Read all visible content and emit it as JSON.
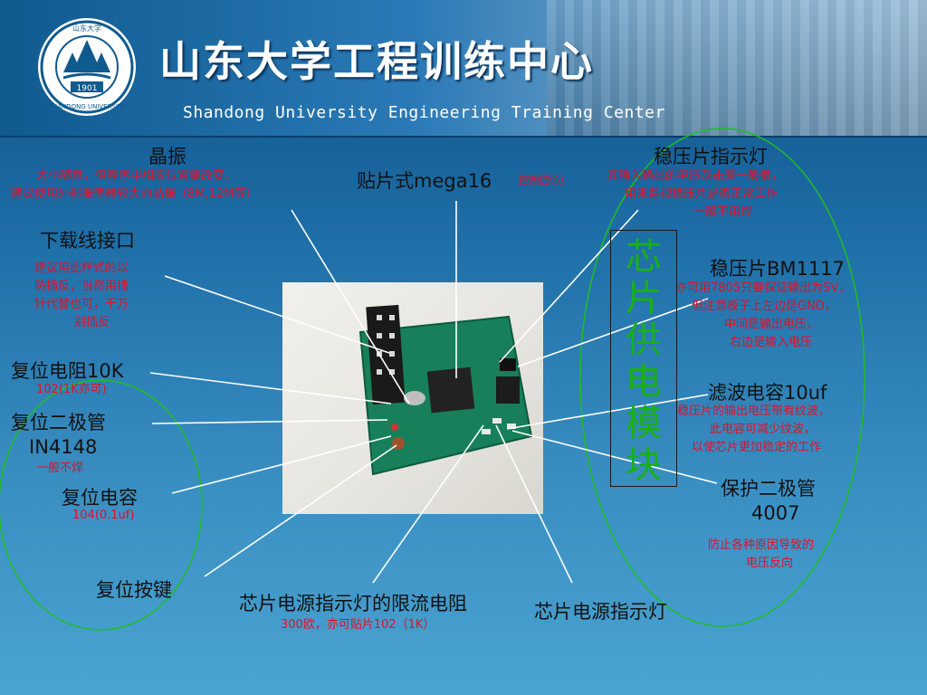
{
  "header": {
    "title_cn": "山东大学工程训练中心",
    "title_en": "Shandong University Engineering Training Center",
    "logo": {
      "year": "1901",
      "ring_text": "SHANDONG UNIVERSITY",
      "top_text": "山东大学"
    }
  },
  "labels": {
    "crystal": {
      "title": "晶振",
      "note1": "大小随意，但程序中相应位置要改变，",
      "note2": "建议使用外部振荡器较大的晶振（8M,12M等）"
    },
    "mega16": {
      "title": "贴片式mega16",
      "note": "控制部分"
    },
    "regulator_led": {
      "title": "稳压片指示灯",
      "note1": "其输入输出的电压灰击差一般很，",
      "note2": "用来监视稳压片是否正常工作",
      "note3": "一般不用焊"
    },
    "download": {
      "title": "下载线接口",
      "note1": "建议用此样式的以",
      "note2": "防插反，当然用插",
      "note3": "针代替也可，千万",
      "note4": "别插反"
    },
    "regulator": {
      "title": "稳压片BM1117",
      "note1": "亦可用7805只要保证输出为5V，",
      "note2": "但注意板子上左边是GND，",
      "note3": "中间是输出电压，",
      "note4": "右边是输入电压"
    },
    "reset_resistor": {
      "title": "复位电阻10K",
      "note": "102(1K亦可)"
    },
    "filter_cap": {
      "title": "滤波电容10uf",
      "note1": "稳压片的输出电压带有纹波，",
      "note2": "此电容可减少纹波，",
      "note3": "以使芯片更加稳定的工作"
    },
    "reset_diode": {
      "title1": "复位二极管",
      "title2": "IN4148",
      "note": "一般不焊"
    },
    "reset_cap": {
      "title": "复位电容",
      "note": "104(0.1uf)"
    },
    "protect_diode": {
      "title1": "保护二极管",
      "title2": "4007",
      "note1": "防止各种原因导致的",
      "note2": "电压反向"
    },
    "reset_button": {
      "title": "复位按键"
    },
    "led_resistor": {
      "title": "芯片电源指示灯的限流电阻",
      "note": "300欧，亦可贴片102（1K）"
    },
    "power_led": {
      "title": "芯片电源指示灯"
    },
    "power_module": {
      "text": "芯片供电模块"
    }
  },
  "colors": {
    "background": "#2a7fb8",
    "note_red": "#e0102a",
    "label_black": "#111111",
    "module_green": "#18b018",
    "ellipse_green": "#1fbf1f"
  }
}
